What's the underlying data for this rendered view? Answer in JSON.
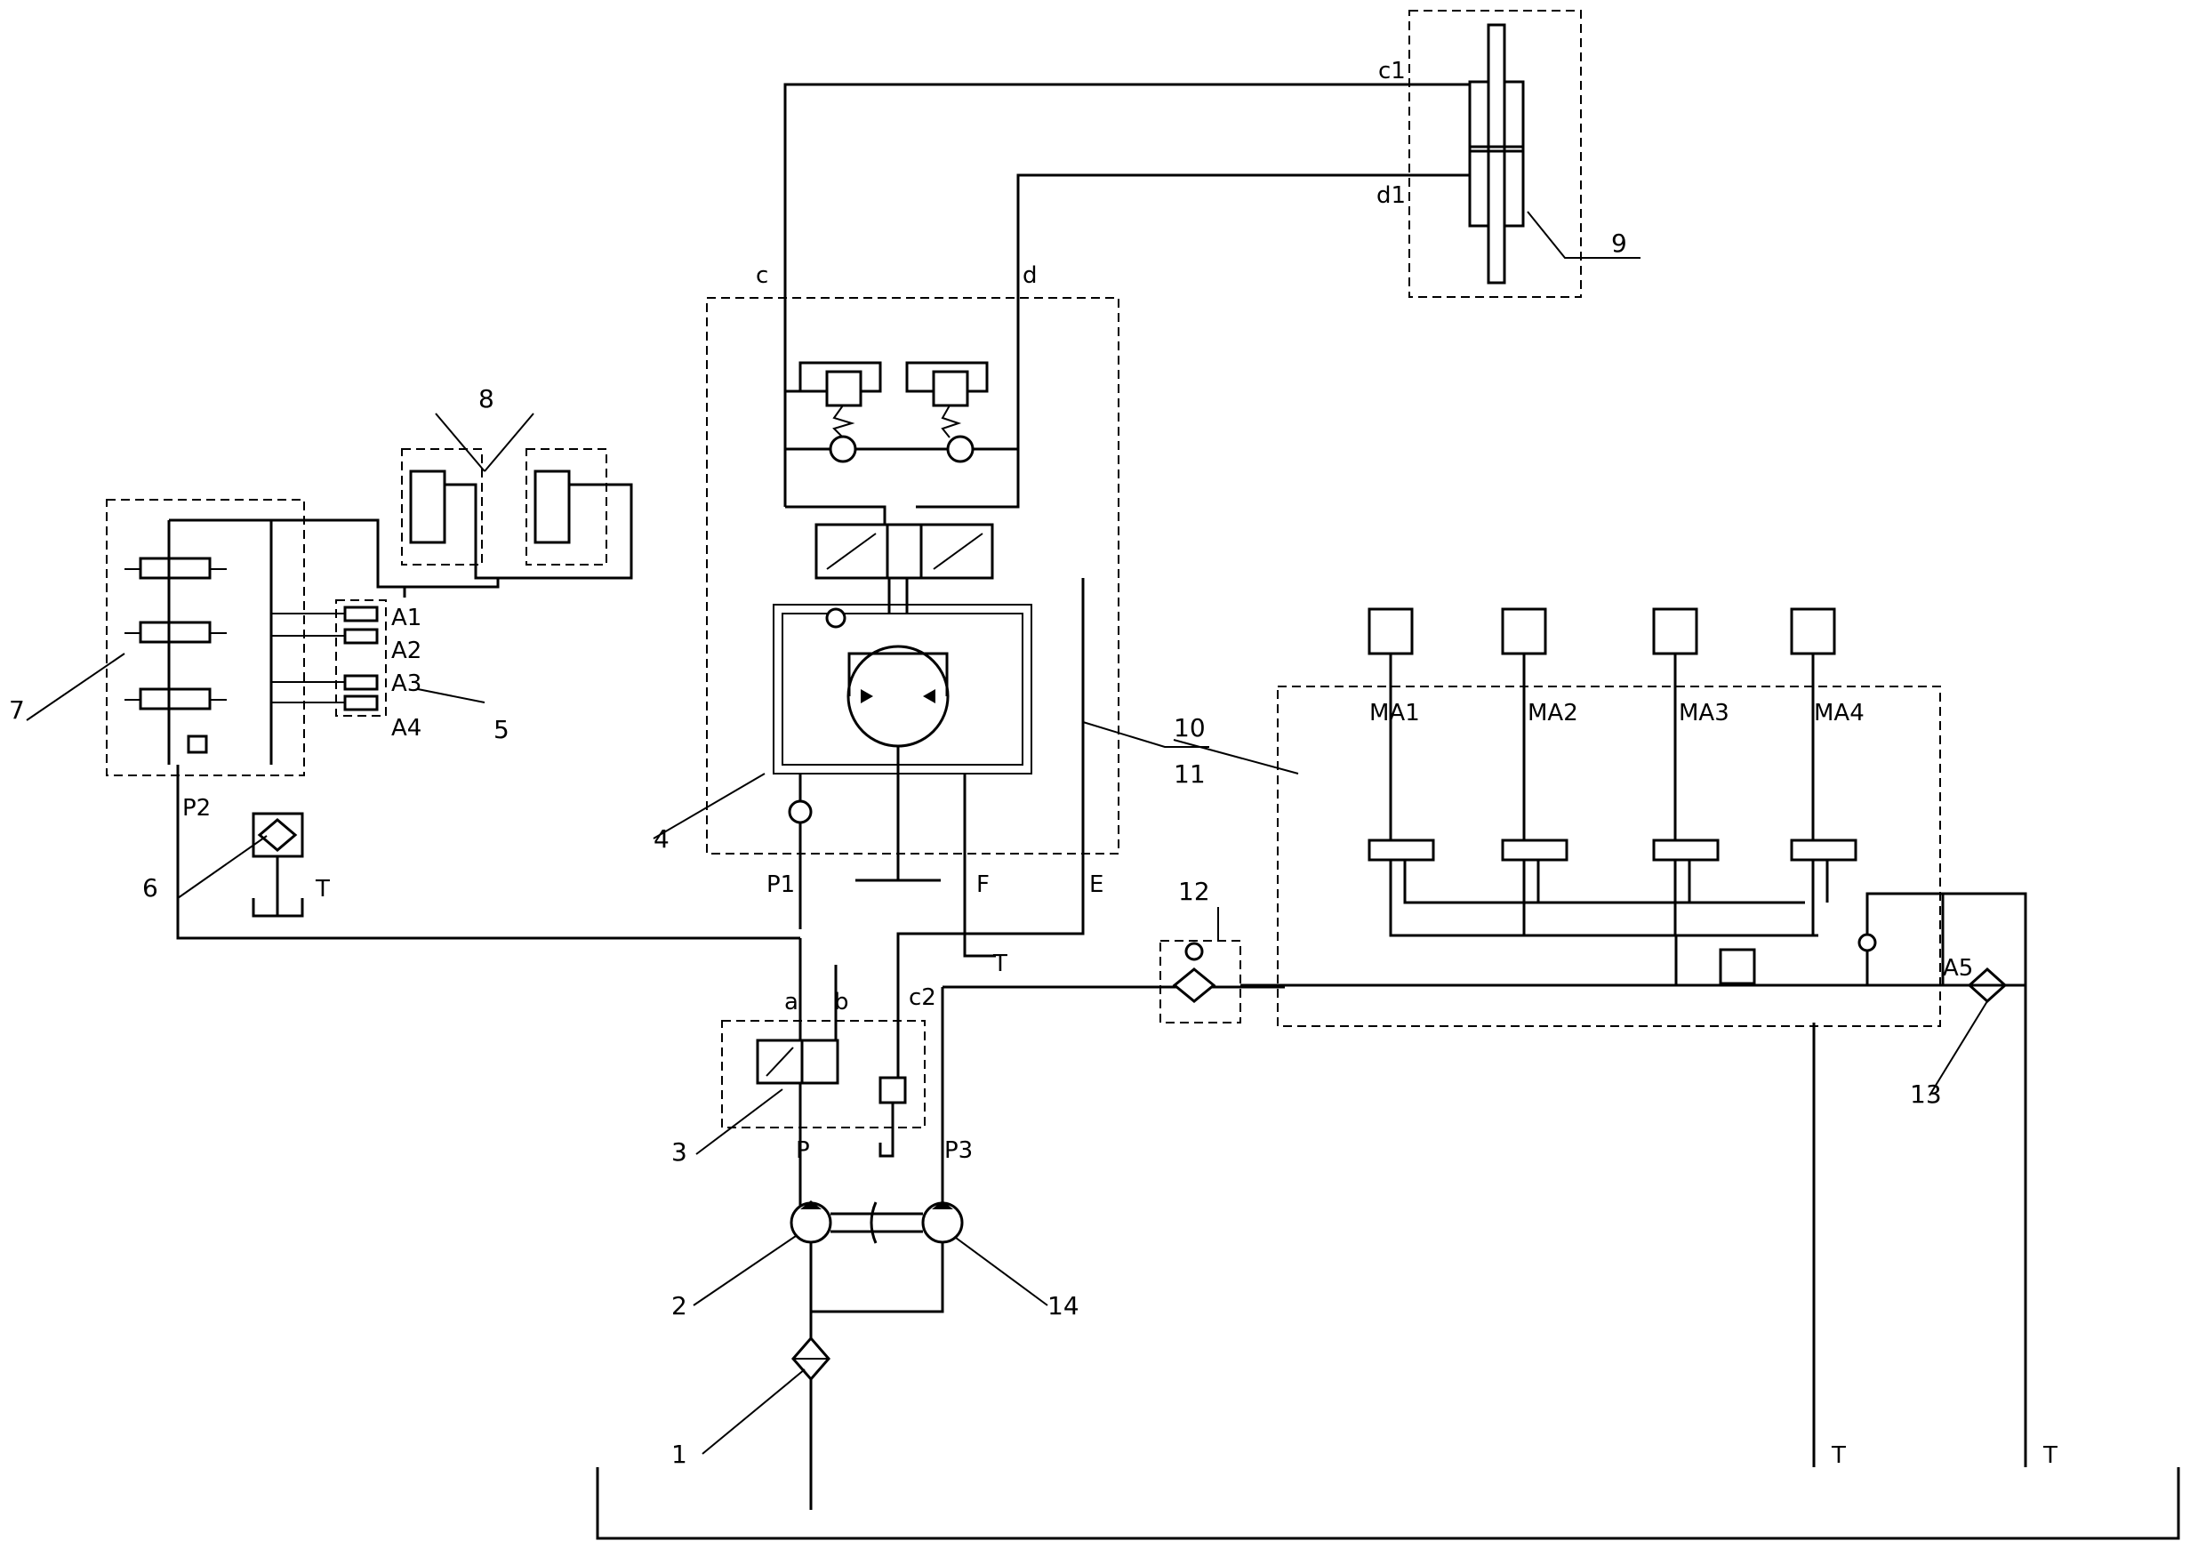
{
  "diagram": {
    "labels": {
      "c1": "c1",
      "d1": "d1",
      "c": "c",
      "d": "d",
      "A1": "A1",
      "A2": "A2",
      "A3": "A3",
      "A4": "A4",
      "A5": "A5",
      "MA1": "MA1",
      "MA2": "MA2",
      "MA3": "MA3",
      "MA4": "MA4",
      "P": "P",
      "P1": "P1",
      "P2": "P2",
      "P3": "P3",
      "F": "F",
      "E": "E",
      "a": "a",
      "b": "b",
      "c2": "c2",
      "T1": "T",
      "T2": "T",
      "T3": "T",
      "T4": "T"
    },
    "callouts": {
      "n1": "1",
      "n2": "2",
      "n3": "3",
      "n4": "4",
      "n5": "5",
      "n6": "6",
      "n7": "7",
      "n8": "8",
      "n9": "9",
      "n10": "10",
      "n11": "11",
      "n12": "12",
      "n13": "13",
      "n14": "14"
    }
  }
}
